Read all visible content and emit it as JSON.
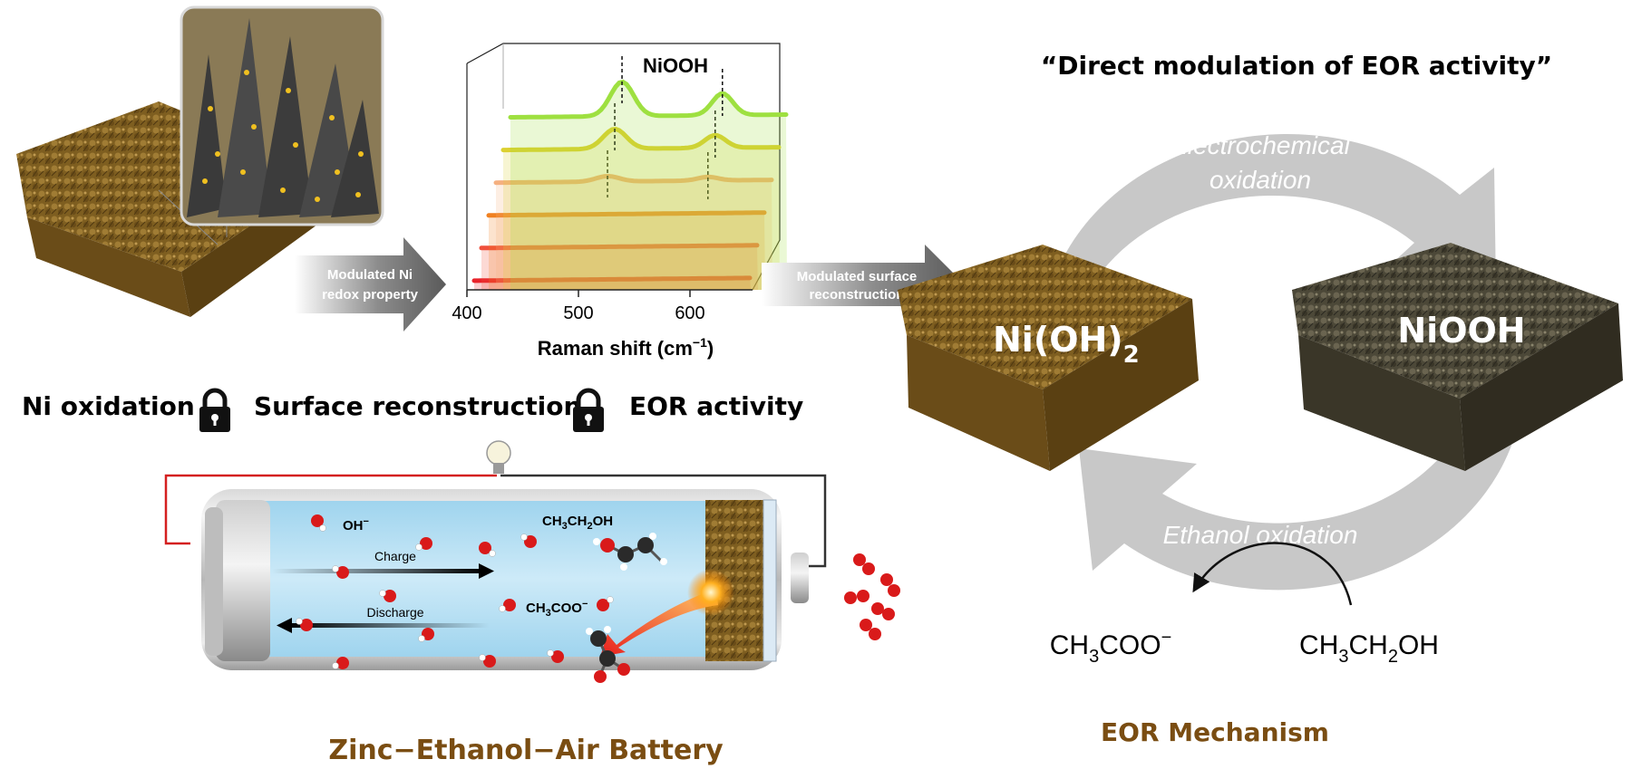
{
  "raman": {
    "peak_label": "NiOOH",
    "xlabel": "Raman shift (cm",
    "xlabel_sup": "−1",
    "xlabel_close": ")",
    "ticks": [
      "400",
      "500",
      "600"
    ]
  },
  "labels": {
    "arrow1_line1": "Modulated Ni",
    "arrow1_line2": "redox property",
    "arrow2_line1": "Modulated surface",
    "arrow2_line2": "reconstruction",
    "chain_1": "Ni oxidation",
    "chain_2": "Surface reconstruction",
    "chain_3": "EOR activity"
  },
  "mechanism": {
    "quote": "“Direct modulation of EOR activity”",
    "top_line1": "Electrochemical",
    "top_line2": "oxidation",
    "bottom": "Ethanol oxidation",
    "left_pre": "Ni(OH)",
    "left_sub": "2",
    "right": "NiOOH",
    "product_a": "CH",
    "product_a_sub": "3",
    "product_b": "COO",
    "product_sup": "−",
    "reactant_a": "CH",
    "reactant_a_sub": "3",
    "reactant_b": "CH",
    "reactant_b_sub": "2",
    "reactant_c": "OH",
    "caption": "EOR Mechanism"
  },
  "battery": {
    "oh_pre": "OH",
    "oh_sup": "−",
    "ethanol_a": "CH",
    "ethanol_a_sub": "3",
    "ethanol_b": "CH",
    "ethanol_b_sub": "2",
    "ethanol_c": "OH",
    "acetate_a": "CH",
    "acetate_a_sub": "3",
    "acetate_b": "COO",
    "acetate_sup": "−",
    "charge": "Charge",
    "discharge": "Discharge",
    "caption": "Zinc−Ethanol−Air Battery"
  },
  "colors": {
    "brown_caption": "#7a4d12",
    "mat_brown": "#8a6a26",
    "mat_dark": "#54503f",
    "cycle_arrow": "#c8c8c8",
    "electrolyte": "#bfe3f5",
    "spectra": [
      "#e8232b",
      "#f0503c",
      "#f08020",
      "#f5b080",
      "#dcd030",
      "#9ee040"
    ]
  },
  "icons": [
    "padlock-icon",
    "light-bulb-icon",
    "right-arrow-icon",
    "cycle-arrow-icon"
  ]
}
